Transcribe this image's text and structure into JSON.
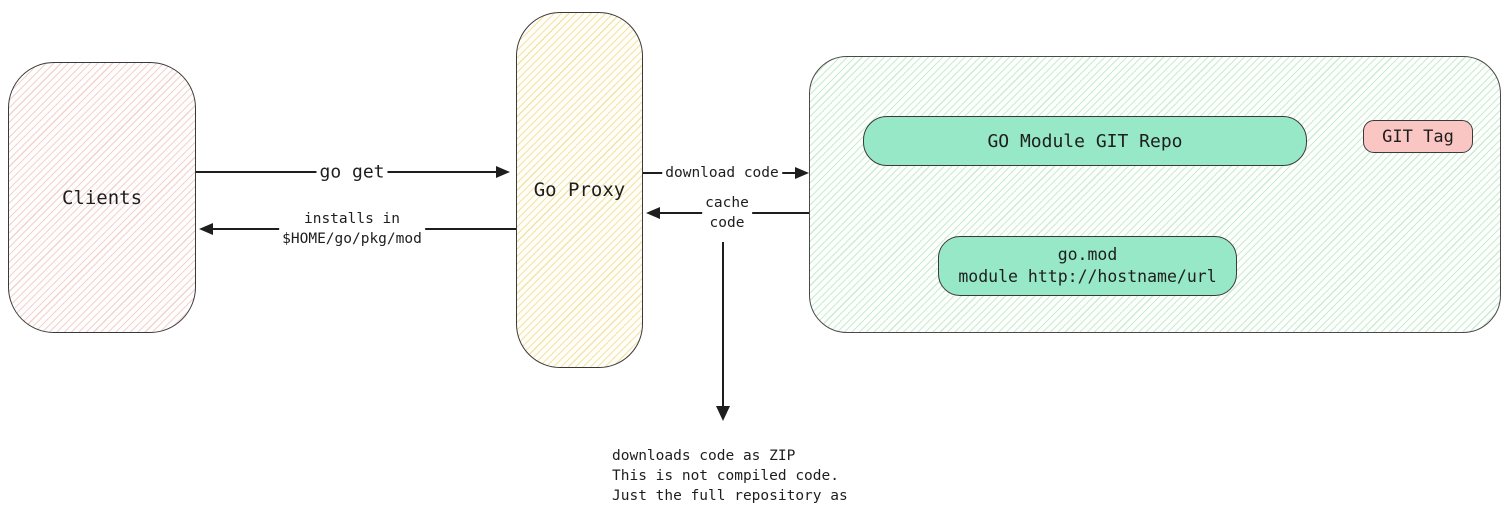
{
  "diagram": {
    "nodes": {
      "clients": {
        "label": "Clients"
      },
      "go_proxy": {
        "label": "Go Proxy"
      },
      "git_repo": {
        "label": "GO Module GIT Repo"
      },
      "git_tag": {
        "label": "GIT Tag"
      },
      "go_mod": {
        "line1": "go.mod",
        "line2": "module http://hostname/url"
      }
    },
    "edges": {
      "go_get": {
        "label": "go get",
        "direction": "right"
      },
      "installs_in": {
        "line1": "installs in",
        "line2": "$HOME/go/pkg/mod",
        "direction": "left"
      },
      "download_code": {
        "label": "download code",
        "direction": "right"
      },
      "cache_code": {
        "line1": "cache",
        "line2": "code",
        "direction": "left"
      },
      "zip_note": {
        "line1": "downloads code as ZIP",
        "line2": "This is not compiled code.",
        "line3": "Just the full repository as",
        "direction": "down"
      }
    },
    "colors": {
      "stroke": "#1e1e1e",
      "clients_hatch": "#f4d2cc",
      "proxy_hatch": "#f3e3a9",
      "container_hatch": "#cdead2",
      "teal_fill": "#96e8c7",
      "pink_fill": "#f9c6c3",
      "background": "#ffffff"
    }
  }
}
